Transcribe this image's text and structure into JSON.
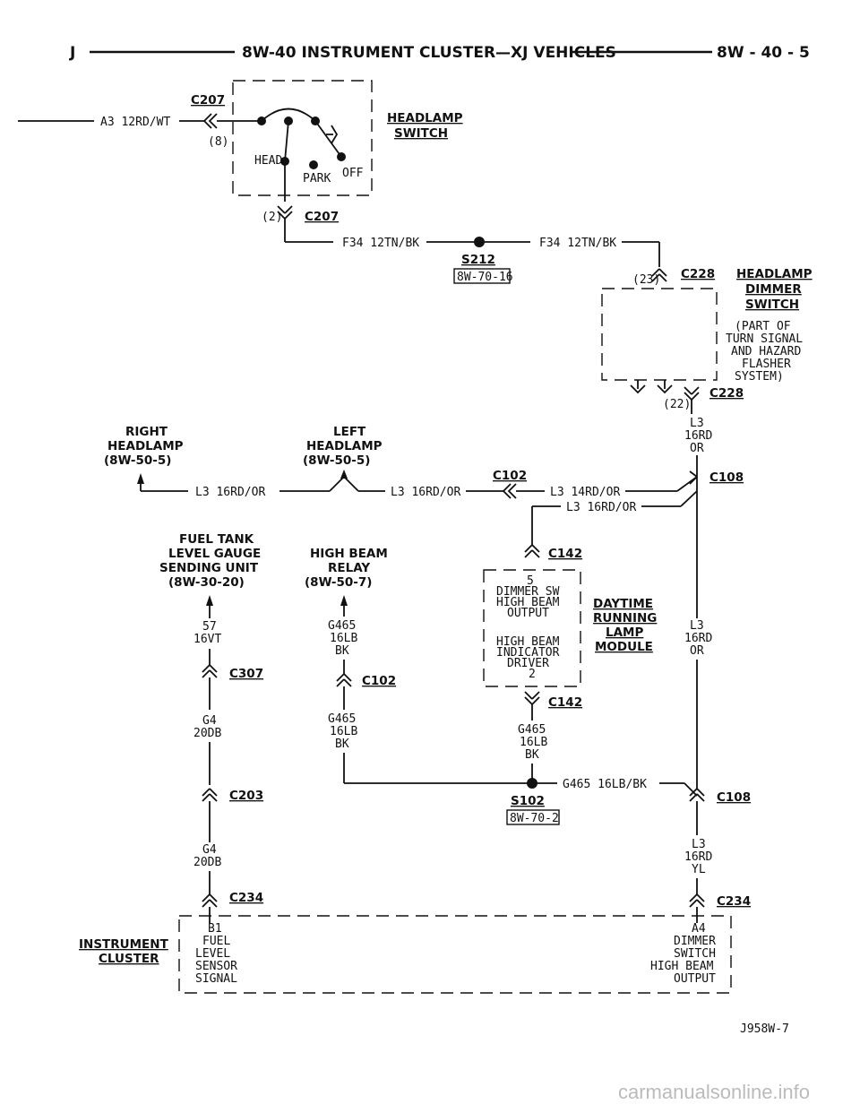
{
  "header": {
    "left": "J",
    "title": "8W-40 INSTRUMENT CLUSTER—XJ VEHICLES",
    "right": "8W - 40 - 5"
  },
  "headlamp_switch": {
    "connector": "C207",
    "pin_in": "(8)",
    "pin_out": "(2)",
    "label1": "HEADLAMP",
    "label2": "SWITCH",
    "head": "HEAD",
    "park": "PARK",
    "off": "OFF",
    "input_wire": "A3 12RD/WT"
  },
  "feed": {
    "wire_left": "F34 12TN/BK",
    "wire_right": "F34 12TN/BK",
    "splice": "S212",
    "ref": "8W-70-16"
  },
  "dimmer_switch": {
    "connector": "C228",
    "pin_top": "(23)",
    "pin_bottom": "(22)",
    "label1": "HEADLAMP",
    "label2": "DIMMER",
    "label3": "SWITCH",
    "note": [
      "(PART OF",
      "TURN SIGNAL",
      "AND HAZARD",
      "FLASHER",
      "SYSTEM)"
    ]
  },
  "wire_l3_dimmer": [
    "L3",
    "16RD",
    "OR"
  ],
  "right_headlamp": [
    "RIGHT",
    "HEADLAMP",
    "(8W-50-5)"
  ],
  "left_headlamp": [
    "LEFT",
    "HEADLAMP",
    "(8W-50-5)"
  ],
  "row_l3": {
    "w1": "L3 16RD/OR",
    "w2": "L3 16RD/OR",
    "c102": "C102",
    "w3": "L3 14RD/OR",
    "w4": "L3 16RD/OR",
    "c108": "C108"
  },
  "fuel_gauge": {
    "lines": [
      "FUEL TANK",
      "LEVEL GAUGE",
      "SENDING UNIT",
      "(8W-30-20)"
    ],
    "wire1": [
      "57",
      "16VT"
    ],
    "c307": "C307",
    "wire2": [
      "G4",
      "20DB"
    ],
    "c203": "C203",
    "wire3": [
      "G4",
      "20DB"
    ],
    "c234": "C234"
  },
  "high_beam_relay": {
    "lines": [
      "HIGH BEAM",
      "RELAY",
      "(8W-50-7)"
    ],
    "wire1": [
      "G465",
      "16LB",
      "BK"
    ],
    "c102": "C102",
    "wire2": [
      "G465",
      "16LB",
      "BK"
    ]
  },
  "drl_module": {
    "connector": "C142",
    "pin5": [
      "5",
      "DIMMER SW",
      "HIGH BEAM",
      "OUTPUT"
    ],
    "pin2": [
      "HIGH BEAM",
      "INDICATOR",
      "DRIVER",
      "2"
    ],
    "label": [
      "DAYTIME",
      "RUNNING",
      "LAMP",
      "MODULE"
    ],
    "wire": [
      "G465",
      "16LB",
      "BK"
    ]
  },
  "right_l3": [
    "L3",
    "16RD",
    "OR"
  ],
  "s102": {
    "name": "S102",
    "ref": "8W-70-2",
    "wire": "G465 16LB/BK"
  },
  "c108_lower": {
    "connector": "C108",
    "wire": [
      "L3",
      "16RD",
      "YL"
    ],
    "c234": "C234"
  },
  "cluster": {
    "label": [
      "INSTRUMENT",
      "CLUSTER"
    ],
    "pin_b1": [
      "B1",
      "FUEL",
      "LEVEL",
      "SENSOR",
      "SIGNAL"
    ],
    "pin_a4": [
      "A4",
      "DIMMER",
      "SWITCH",
      "HIGH BEAM",
      "OUTPUT"
    ]
  },
  "figure_id": "J958W-7",
  "watermark": "carmanualsonline.info"
}
